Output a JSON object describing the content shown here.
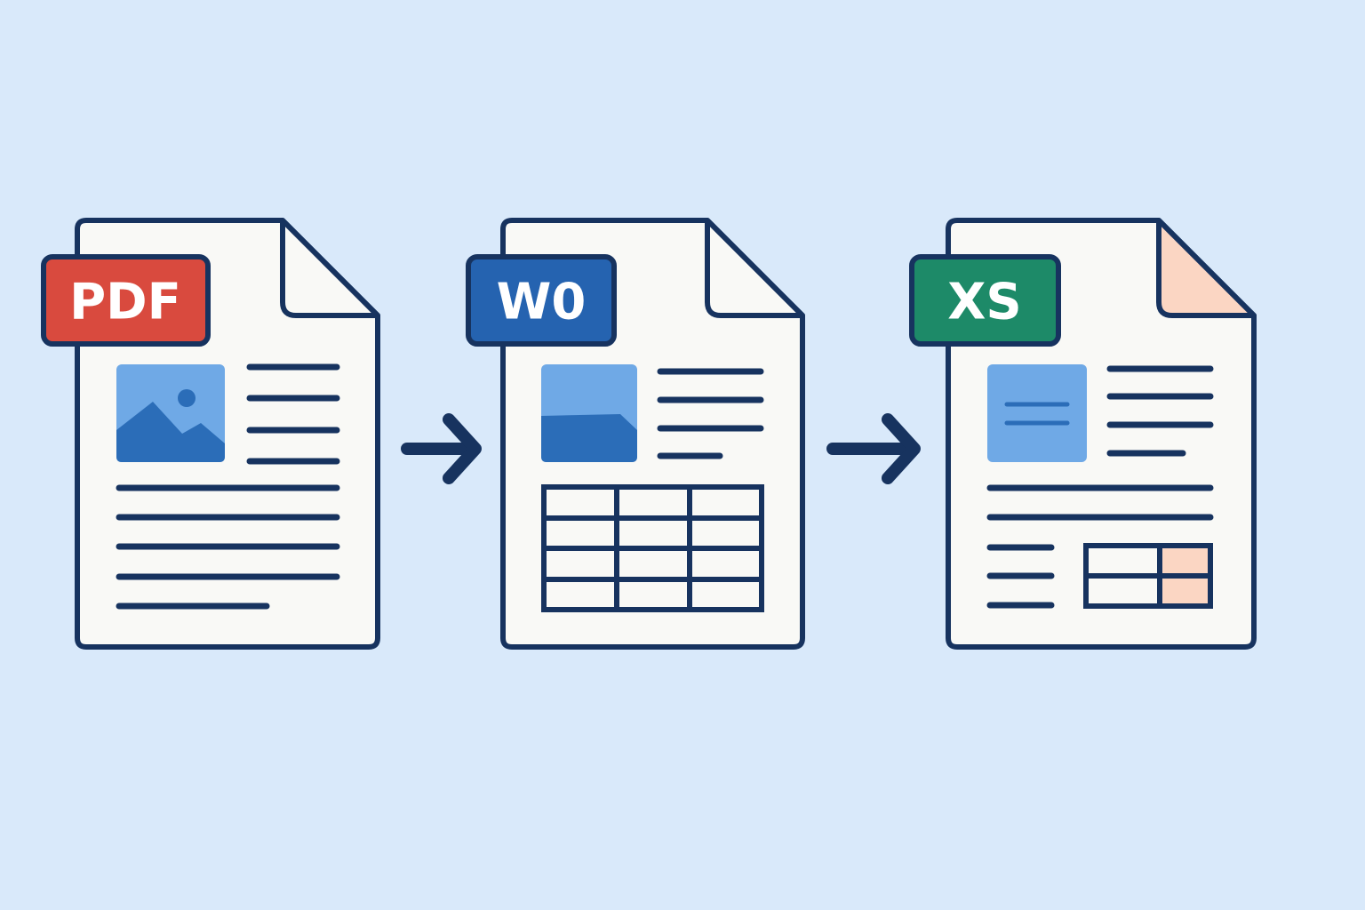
{
  "palette": {
    "background": "#d9e9fa",
    "outline": "#17335f",
    "paper": "#f9f9f6",
    "pdf_accent": "#d94a3e",
    "word_accent": "#2563b0",
    "excel_accent": "#1d8a68",
    "image_light": "#6fa9e6",
    "image_dark": "#2b6db8",
    "peach": "#fbd6c3"
  },
  "steps": [
    {
      "badge": "PDF",
      "kind": "pdf-document"
    },
    {
      "badge": "W0",
      "kind": "word-document"
    },
    {
      "badge": "XS",
      "kind": "spreadsheet-document"
    }
  ],
  "icons": {
    "connector": "arrow-right-icon",
    "image": "image-thumbnail-icon",
    "table": "table-icon"
  }
}
